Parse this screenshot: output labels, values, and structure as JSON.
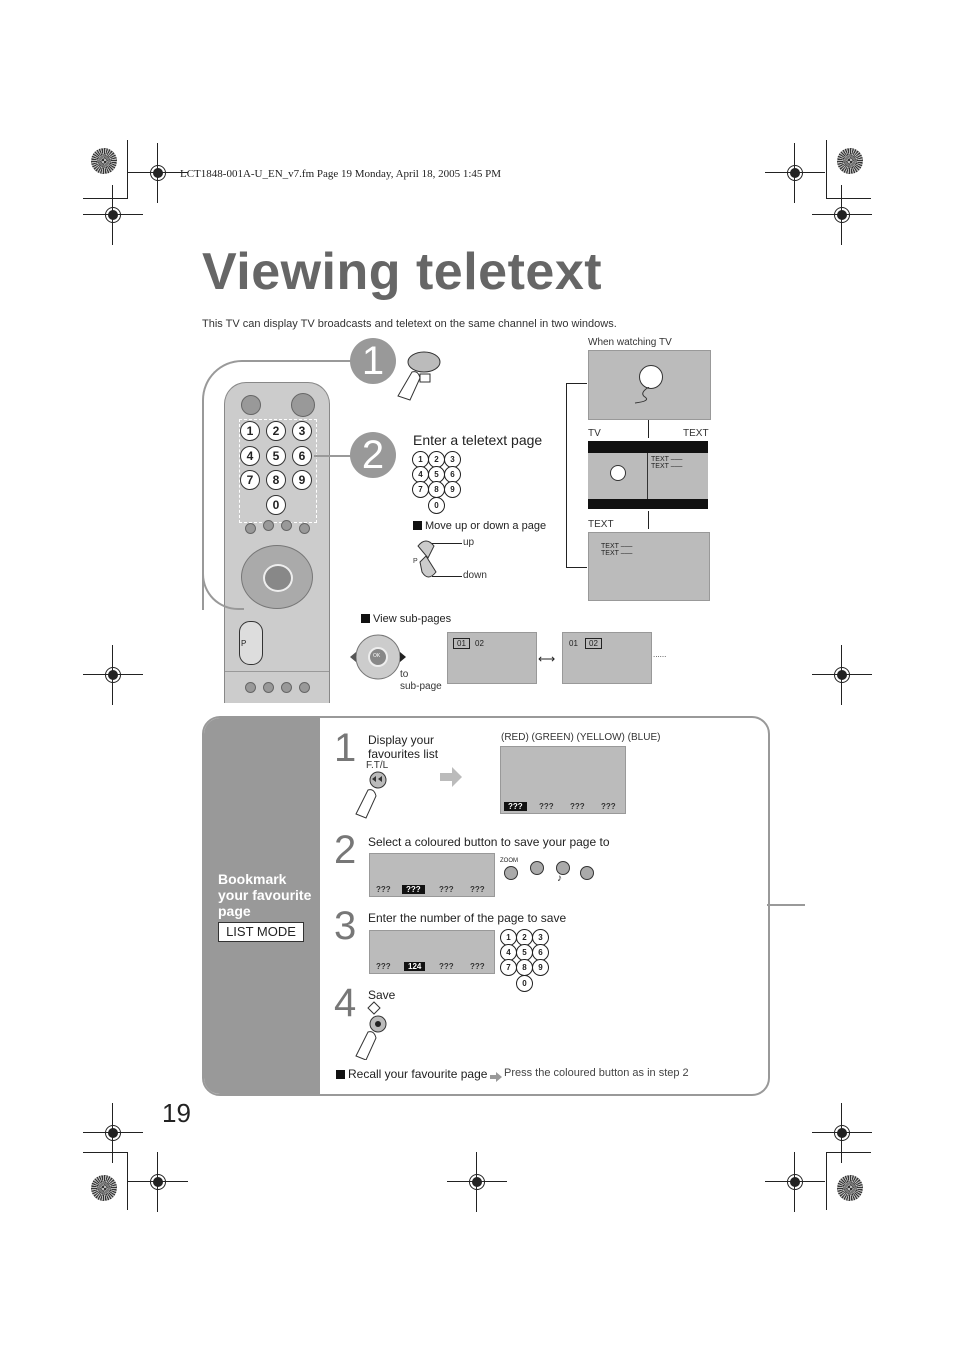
{
  "header": {
    "file_line": "LCT1848-001A-U_EN_v7.fm  Page 19  Monday, April 18, 2005  1:45 PM"
  },
  "page": {
    "title": "Viewing teletext",
    "intro": "This TV can display TV broadcasts and teletext on the same channel in two windows.",
    "number": "19"
  },
  "section1": {
    "step1_num": "1",
    "step2_num": "2",
    "step2_title": "Enter a teletext page",
    "move_label": "Move up or down a page",
    "up": "up",
    "down": "down",
    "p": "P",
    "when_watching": "When watching TV",
    "tv": "TV",
    "text_label": "TEXT",
    "text_bottom": "TEXT",
    "text_line": "TEXT ‒‒‒",
    "subpages_label": "View sub-pages",
    "to_label": "to",
    "subpage_label": "sub-page",
    "page01": "01",
    "page02": "02",
    "dots": "......",
    "ok": "OK"
  },
  "keypad": [
    "1",
    "2",
    "3",
    "4",
    "5",
    "6",
    "7",
    "8",
    "9",
    "0"
  ],
  "section2": {
    "side_title": "Bookmark your favourite page",
    "list_mode": "LIST MODE",
    "s1_num": "1",
    "s1_text": "Display your favourites list",
    "s1_key": "F.T/L",
    "color_labels": "(RED) (GREEN) (YELLOW) (BLUE)",
    "s2_num": "2",
    "s2_text": "Select a coloured button to save your page to",
    "zoom": "ZOOM",
    "s3_num": "3",
    "s3_text": "Enter the number of the page to save",
    "s4_num": "4",
    "s4_text": "Save",
    "slot": "???",
    "saved_page": "124",
    "recall_label": "Recall your favourite page",
    "recall_hint": "Press the coloured button as in step 2"
  }
}
